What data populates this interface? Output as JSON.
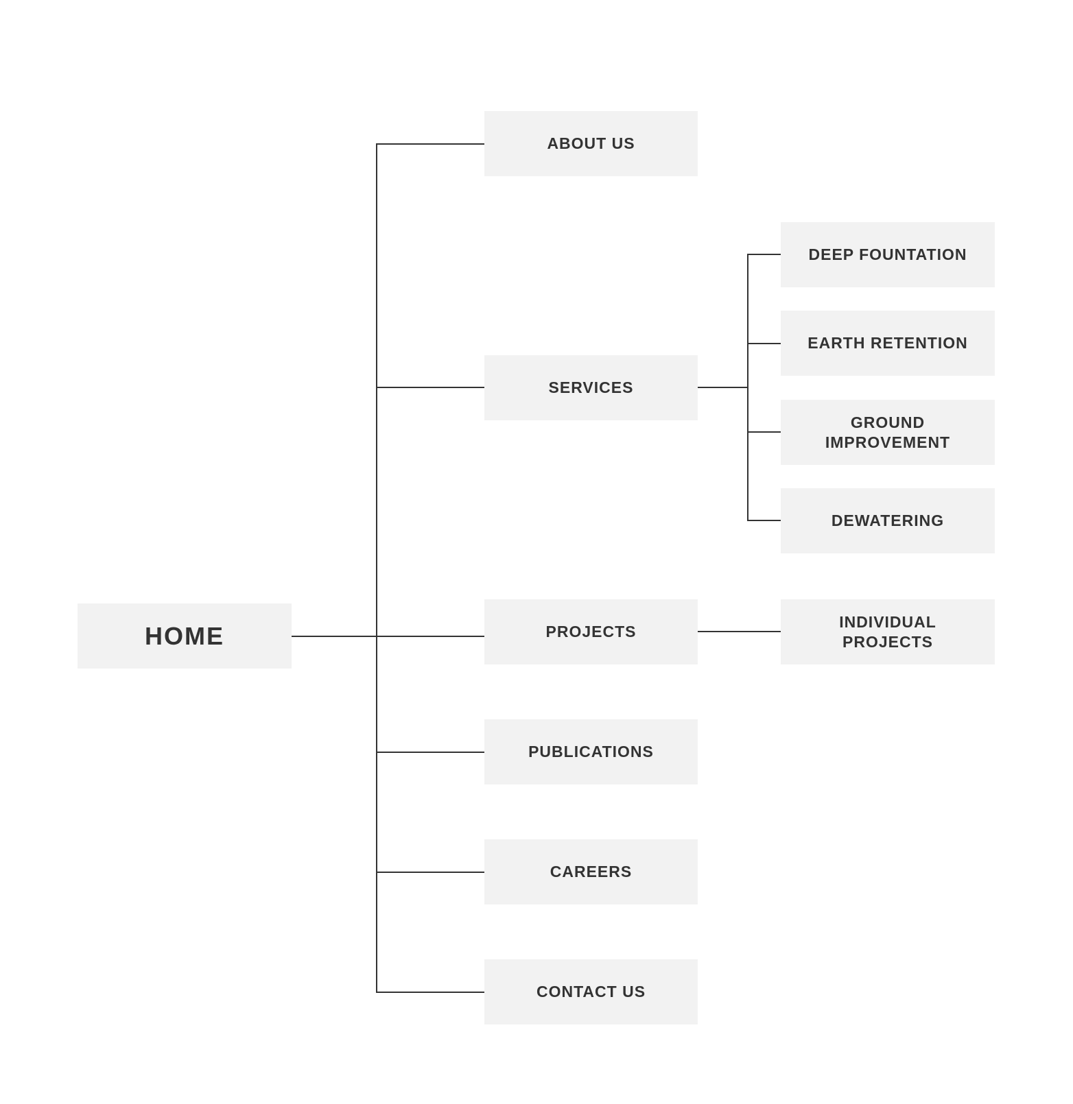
{
  "sitemap": {
    "home": "HOME",
    "level1": {
      "about": "ABOUT US",
      "services": "SERVICES",
      "projects": "PROJECTS",
      "publications": "PUBLICATIONS",
      "careers": "CAREERS",
      "contact": "CONTACT US"
    },
    "services_children": {
      "deep_foundation": "DEEP FOUNTATION",
      "earth_retention": "EARTH RETENTION",
      "ground_improvement": "GROUND\nIMPROVEMENT",
      "dewatering": "DEWATERING"
    },
    "projects_children": {
      "individual_projects": "INDIVIDUAL\nPROJECTS"
    }
  },
  "colors": {
    "box_fill": "#f2f2f2",
    "text": "#333333",
    "connector": "#333333",
    "background": "#ffffff"
  }
}
